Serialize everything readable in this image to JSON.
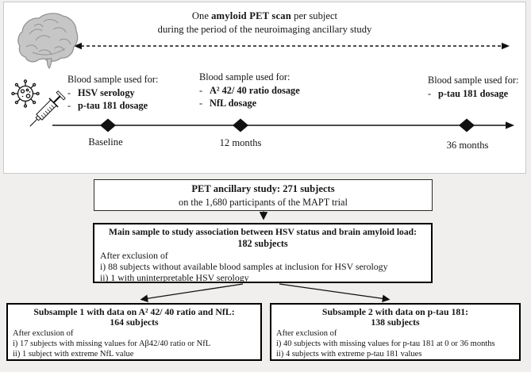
{
  "bullet": "-",
  "colors": {
    "background": "#f0efed",
    "panel_background": "#ffffff",
    "panel_border": "#c9c9c9",
    "box_border": "#000000",
    "text": "#151515",
    "brain_fill": "#c6c6c6",
    "marker_fill": "#111111"
  },
  "icons": {
    "brain": "brain-icon",
    "virus": "virus-icon",
    "syringe": "syringe-icon",
    "timeline_marker": "diamond-marker"
  },
  "timeline": {
    "header": {
      "prefix": "One ",
      "bold": "amyloid PET scan",
      "suffix": " per subject",
      "line2": "during the period of the neuroimaging ancillary study"
    },
    "milestones": [
      {
        "label": "Baseline",
        "blood_title": "Blood sample used for:",
        "items": [
          "HSV serology",
          "p-tau 181 dosage"
        ]
      },
      {
        "label": "12 months",
        "blood_title": "Blood sample used for:",
        "items": [
          "A² 42/ 40 ratio dosage",
          "NfL dosage"
        ]
      },
      {
        "label": "36 months",
        "blood_title": "Blood sample used for:",
        "items": [
          "p-tau 181 dosage"
        ]
      }
    ]
  },
  "flowchart": {
    "box1": {
      "title": "PET ancillary study: 271 subjects",
      "subtitle": "on the 1,680 participants of the MAPT trial"
    },
    "box2": {
      "title": "Main sample to study association between HSV status and brain amyloid load:",
      "count": "182 subjects",
      "after": "After exclusion of",
      "exclusions": [
        "i) 88 subjects without available blood samples at inclusion for HSV serology",
        "ii) 1 with uninterpretable HSV serology"
      ]
    },
    "box3": {
      "title": "Subsample 1 with data on A² 42/ 40 ratio and NfL:",
      "count": "164 subjects",
      "after": "After exclusion of",
      "exclusions": [
        "i) 17 subjects with missing values for Aβ42/40 ratio or NfL",
        "ii) 1 subject with extreme NfL value"
      ]
    },
    "box4": {
      "title": "Subsample 2 with data on p-tau 181:",
      "count": "138 subjects",
      "after": "After exclusion of",
      "exclusions": [
        "i) 40 subjects with missing values for p-tau 181 at 0 or 36 months",
        "ii) 4 subjects with extreme p-tau 181 values"
      ]
    }
  }
}
